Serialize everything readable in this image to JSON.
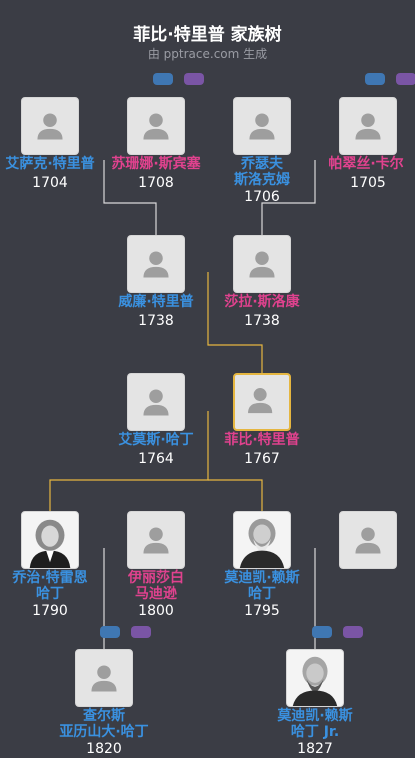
{
  "header": {
    "title": "菲比·特里普 家族树",
    "subtitle": "由 pptrace.com 生成"
  },
  "people": {
    "isaac": {
      "name": [
        "艾萨克·特里普"
      ],
      "year": "1704"
    },
    "susanna": {
      "name": [
        "苏珊娜·斯宾塞"
      ],
      "year": "1708"
    },
    "joseph": {
      "name": [
        "乔瑟夫",
        "斯洛克姆"
      ],
      "year": "1706"
    },
    "patience": {
      "name": [
        "帕翠丝·卡尔"
      ],
      "year": "1705"
    },
    "william": {
      "name": [
        "威廉·特里普"
      ],
      "year": "1738"
    },
    "sarah": {
      "name": [
        "莎拉·斯洛康"
      ],
      "year": "1738"
    },
    "ames": {
      "name": [
        "艾莫斯·哈丁"
      ],
      "year": "1764"
    },
    "phoebe": {
      "name": [
        "菲比·特里普"
      ],
      "year": "1767"
    },
    "george": {
      "name": [
        "乔治·特雷恩",
        "哈丁"
      ],
      "year": "1790"
    },
    "elizabeth": {
      "name": [
        "伊丽莎白",
        "马迪逊"
      ],
      "year": "1800"
    },
    "mordecai": {
      "name": [
        "莫迪凯·赖斯",
        "哈丁"
      ],
      "year": "1795"
    },
    "charles": {
      "name": [
        "查尔斯",
        "亚历山大·哈丁"
      ],
      "year": "1820"
    },
    "mordecai_jr": {
      "name": [
        "莫迪凯·赖斯",
        "哈丁 Jr."
      ],
      "year": "1827"
    }
  },
  "colors": {
    "background": "#3b3d45",
    "male": "#3a91e0",
    "female": "#e0428e",
    "focus_line": "#e5b640",
    "line": "#d9d9d9",
    "tag_blue": "#3f77b3",
    "tag_purple": "#7a55a5"
  }
}
